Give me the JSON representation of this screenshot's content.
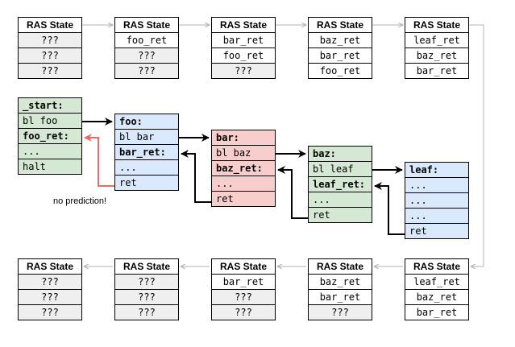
{
  "ras_top": [
    {
      "header": "RAS State",
      "slots": [
        "???",
        "???",
        "???"
      ]
    },
    {
      "header": "RAS State",
      "slots": [
        "foo_ret",
        "???",
        "???"
      ]
    },
    {
      "header": "RAS State",
      "slots": [
        "bar_ret",
        "foo_ret",
        "???"
      ]
    },
    {
      "header": "RAS State",
      "slots": [
        "baz_ret",
        "bar_ret",
        "foo_ret"
      ]
    },
    {
      "header": "RAS State",
      "slots": [
        "leaf_ret",
        "baz_ret",
        "bar_ret"
      ]
    }
  ],
  "ras_bottom": [
    {
      "header": "RAS State",
      "slots": [
        "???",
        "???",
        "???"
      ]
    },
    {
      "header": "RAS State",
      "slots": [
        "???",
        "???",
        "???"
      ]
    },
    {
      "header": "RAS State",
      "slots": [
        "bar_ret",
        "???",
        "???"
      ]
    },
    {
      "header": "RAS State",
      "slots": [
        "baz_ret",
        "bar_ret",
        "???"
      ]
    },
    {
      "header": "RAS State",
      "slots": [
        "leaf_ret",
        "baz_ret",
        "bar_ret"
      ]
    }
  ],
  "functions": {
    "start": {
      "label": "_start:",
      "instr1": "bl foo",
      "ret_label": "foo_ret:",
      "instr2": "...",
      "instr3": "halt"
    },
    "foo": {
      "label": "foo:",
      "instr1": "bl bar",
      "ret_label": "bar_ret:",
      "instr2": "...",
      "instr3": "ret"
    },
    "bar": {
      "label": "bar:",
      "instr1": "bl baz",
      "ret_label": "baz_ret:",
      "instr2": "...",
      "instr3": "ret"
    },
    "baz": {
      "label": "baz:",
      "instr1": "bl leaf",
      "ret_label": "leaf_ret:",
      "instr2": "...",
      "instr3": "ret"
    },
    "leaf": {
      "label": "leaf:",
      "instr1": "...",
      "instr2": "...",
      "instr3": "...",
      "instr4": "ret"
    }
  },
  "annotation": "no prediction!",
  "colors": {
    "start_fill": "#d5e8d4",
    "foo_fill": "#dae8fc",
    "bar_fill": "#f8cecc",
    "baz_fill": "#d5e8d4",
    "leaf_fill": "#dae8fc",
    "ras_empty_fill": "#efefef",
    "flow_line": "#b3b3b3",
    "mispredict_arrow": "#ea6b66"
  }
}
